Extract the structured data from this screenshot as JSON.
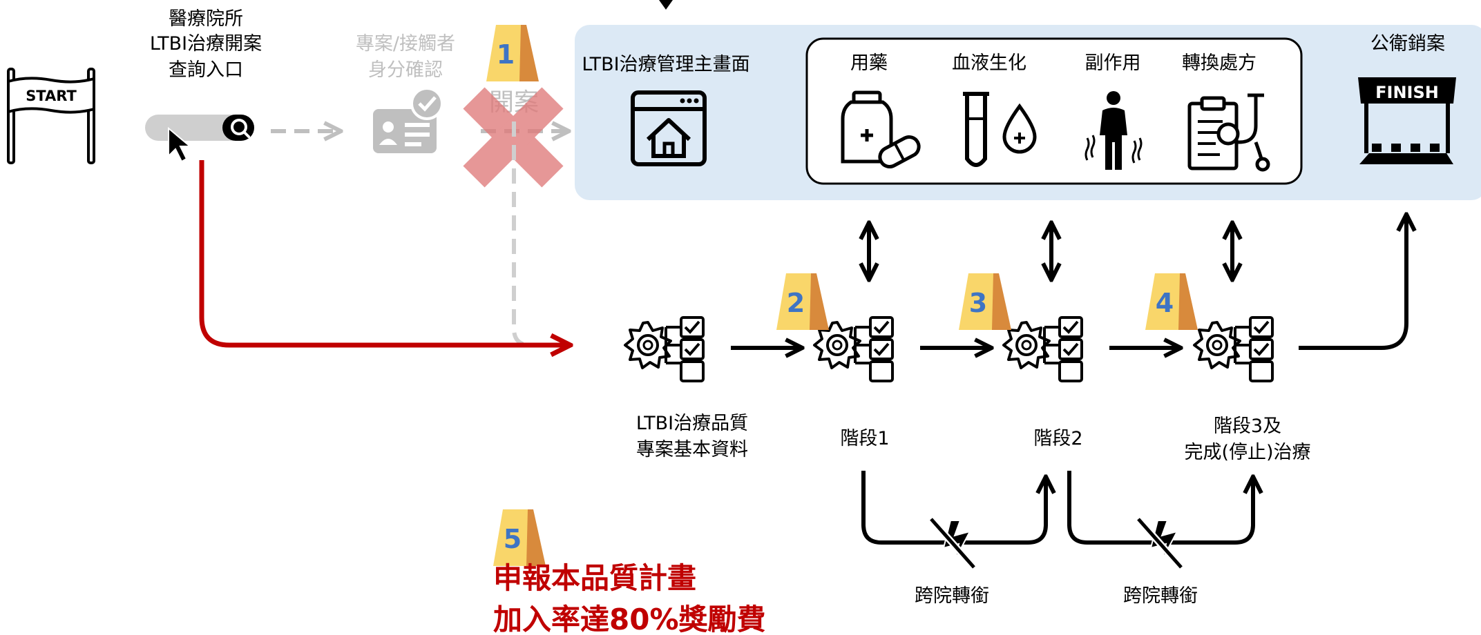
{
  "start_sign": "START",
  "finish_sign": "FINISH",
  "entry_label": {
    "line1": "醫療院所",
    "line2": "LTBI治療開案",
    "line3": "查詢入口"
  },
  "case_confirm_label": {
    "line1": "專案/接觸者",
    "line2": "身分確認"
  },
  "open_case_label": "開案",
  "main_screen_label": "LTBI治療管理主畫面",
  "modules": {
    "medication": "用藥",
    "blood": "血液生化",
    "side_effects": "副作用",
    "prescription": "轉換處方"
  },
  "closure_label": "公衛銷案",
  "steps": {
    "basic": {
      "line1": "LTBI治療品質",
      "line2": "專案基本資料"
    },
    "stage1": "階段1",
    "stage2": "階段2",
    "stage3": {
      "line1": "階段3及",
      "line2": "完成(停止)治療"
    }
  },
  "transfer_label_1": "跨院轉銜",
  "transfer_label_2": "跨院轉銜",
  "badges": [
    "1",
    "2",
    "3",
    "4",
    "5"
  ],
  "incentive": {
    "line1": "申報本品質計畫",
    "line2": "加入率達80%獎勵費"
  },
  "colors": {
    "accent_red": "#c00000",
    "panel_blue": "#dce9f5",
    "badge_yellow": "#f9d66a",
    "badge_orange": "#d88a3c",
    "badge_number": "#3e74c4",
    "faded_gray": "#bfbfbf",
    "cross_red": "#e07a7a"
  }
}
